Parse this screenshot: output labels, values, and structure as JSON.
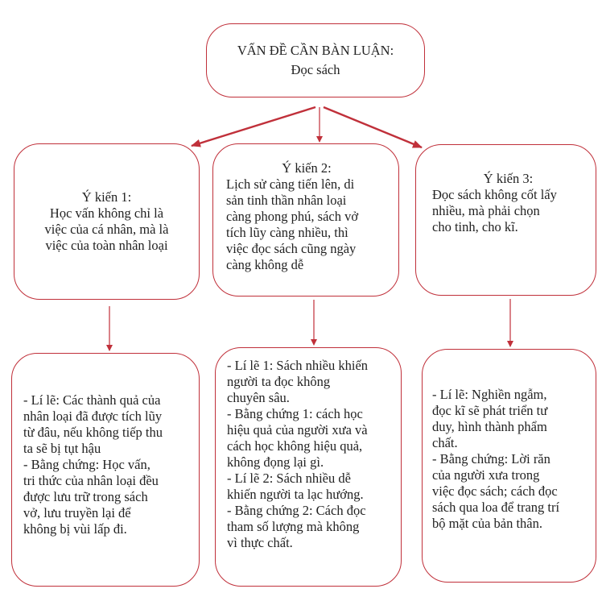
{
  "colors": {
    "border": "#c0303a",
    "arrow": "#c0303a",
    "text": "#222222"
  },
  "root": {
    "title": "VẤN ĐỀ CẦN BÀN LUẬN:",
    "subtitle": "Đọc sách"
  },
  "opinions": [
    {
      "heading": "Ý kiến 1:",
      "lines": [
        "Học vấn không chỉ là",
        "việc của cá nhân, mà là",
        "việc của toàn nhân loại"
      ]
    },
    {
      "heading": "Ý kiến 2:",
      "lines": [
        "Lịch sử càng tiến lên, di",
        "sản tinh thần nhân loại",
        "càng phong phú, sách vở",
        "tích lũy càng nhiều, thì",
        "việc đọc sách cũng ngày",
        "càng không dễ"
      ]
    },
    {
      "heading": "Ý kiến 3:",
      "lines": [
        "Đọc sách không cốt lấy",
        "nhiều, mà phải chọn",
        "cho tinh, cho kĩ."
      ]
    }
  ],
  "details": [
    {
      "lines": [
        "- Lí lẽ: Các thành quả của",
        "nhân loại đã được tích lũy",
        "từ đâu, nếu không tiếp thu",
        "ta sẽ bị tụt hậu",
        "- Bằng chứng: Học vấn,",
        "tri thức của nhân loại đều",
        "được lưu trữ trong sách",
        "vở, lưu truyền lại để",
        "không bị vùi lấp đi."
      ]
    },
    {
      "lines": [
        "- Lí lẽ 1: Sách nhiều khiến",
        "người ta đọc không",
        "chuyên sâu.",
        "- Bằng chứng 1: cách học",
        "hiệu quả của người xưa và",
        "cách học không hiệu quả,",
        "không đọng lại gì.",
        "- Lí lẽ 2: Sách nhiều dễ",
        "khiến người ta lạc hướng.",
        "- Bằng chứng 2: Cách đọc",
        "tham số lượng mà không",
        "vì thực chất."
      ]
    },
    {
      "lines": [
        "- Lí lẽ: Nghiền ngẫm,",
        "đọc kĩ sẽ phát triển tư",
        "duy, hình thành phẩm",
        "chất.",
        "- Bằng chứng: Lời răn",
        "của người xưa trong",
        "việc đọc sách; cách đọc",
        "sách qua loa để trang trí",
        "bộ mặt của bản thân."
      ]
    }
  ]
}
